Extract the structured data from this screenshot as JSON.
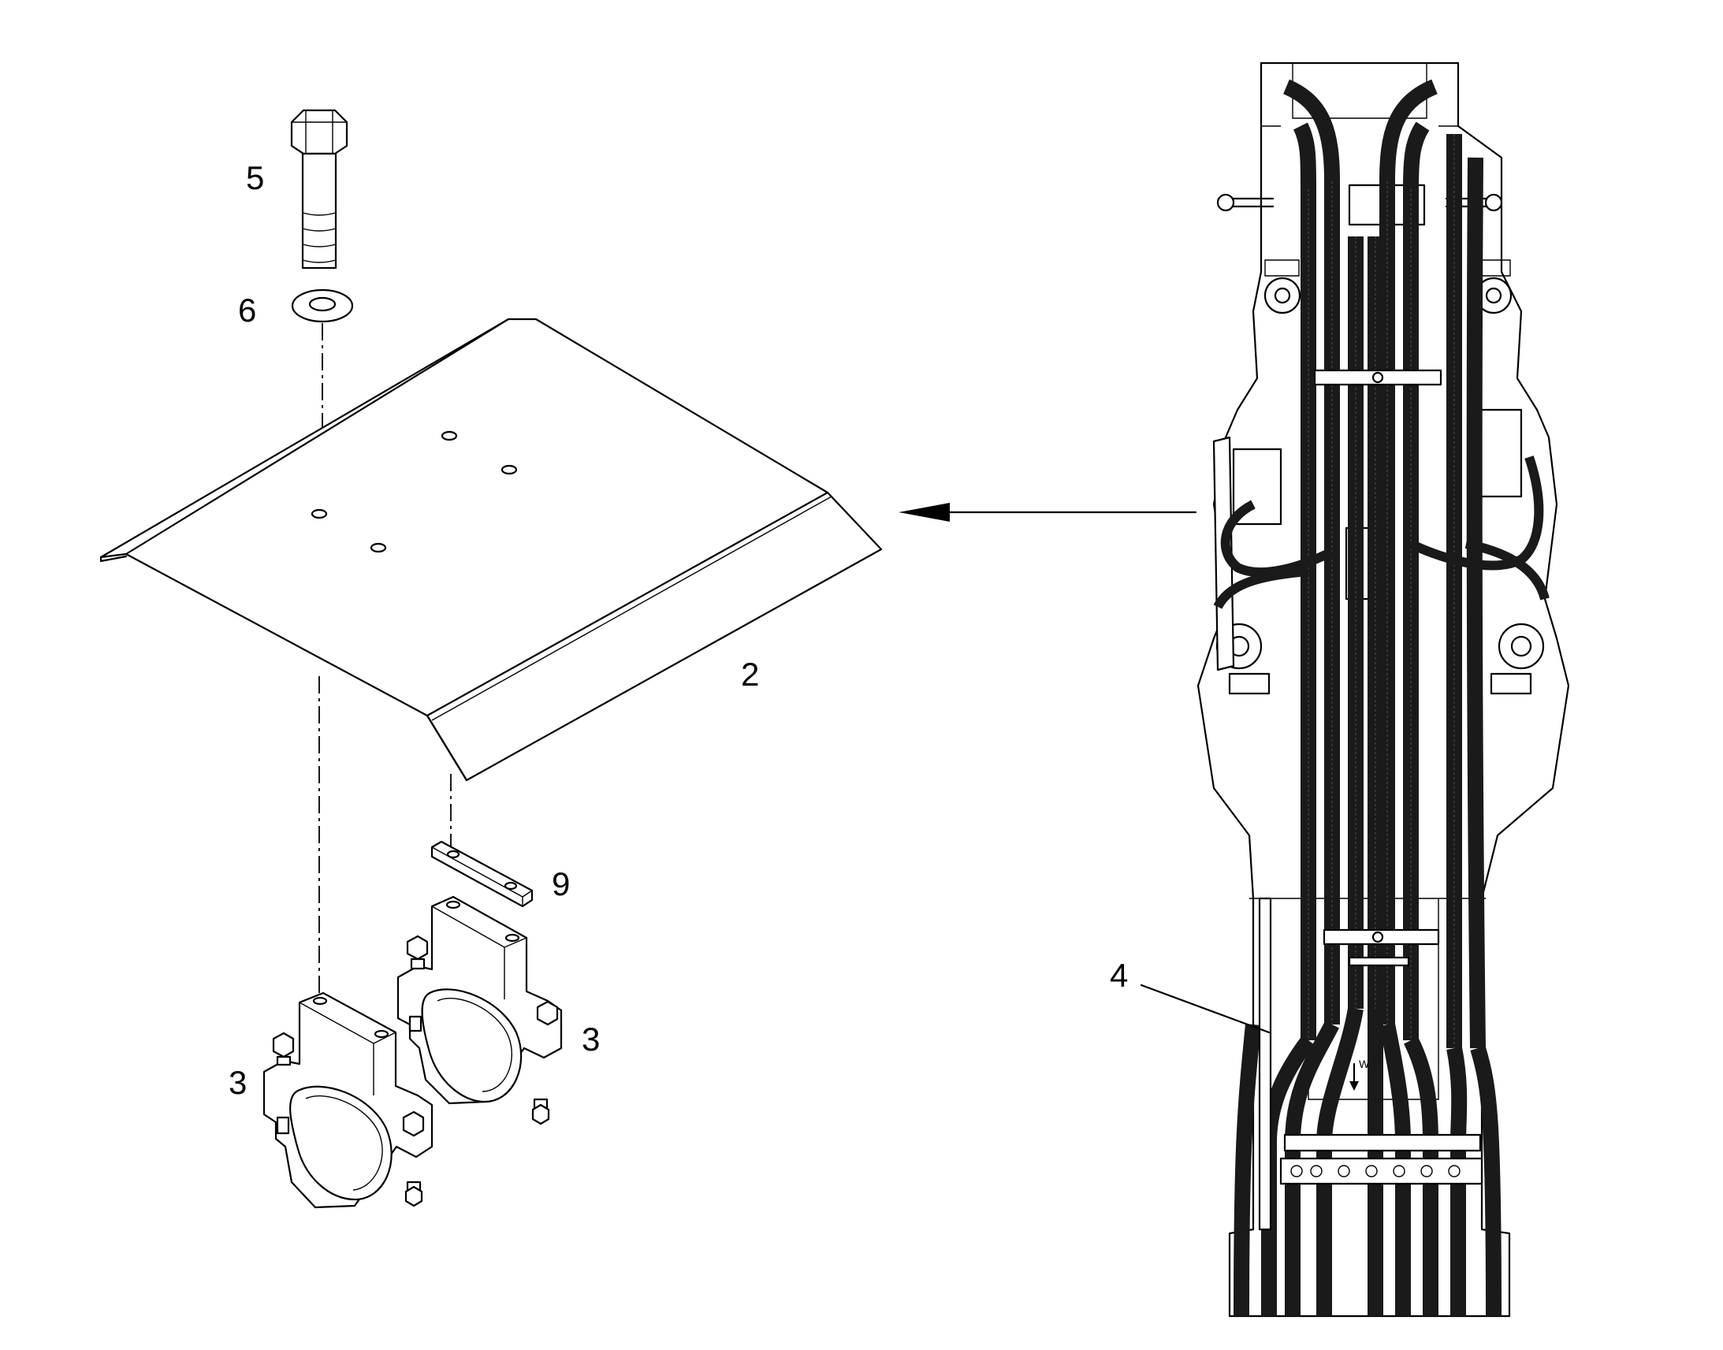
{
  "callouts": {
    "bolt": "5",
    "washer": "6",
    "cover_plate": "2",
    "strap": "9",
    "clamp_right": "3",
    "clamp_left": "3",
    "hose_assembly": "4"
  },
  "detail_marks": {
    "w_mark": "W"
  },
  "colors": {
    "line": "#000000",
    "background": "#ffffff",
    "hose": "#1a1a1a"
  }
}
